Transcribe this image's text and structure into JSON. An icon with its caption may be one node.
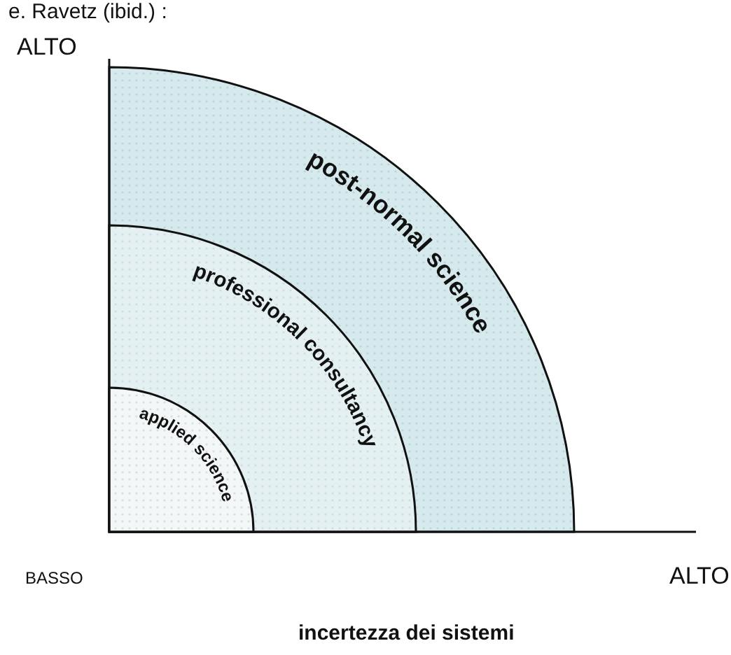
{
  "diagram": {
    "nodes": [
      {
        "text": [
          "post-normal science"
        ]
      },
      {
        "text": [
          "professional consultancy"
        ],
        "in": 0
      },
      {
        "text": [
          "applied science"
        ],
        "in": 1
      }
    ],
    "labels": [
      "e. Ravetz (ibid.) :",
      "ALTO",
      "BASSO",
      "ALTO",
      "incertezza dei sistemi"
    ]
  }
}
